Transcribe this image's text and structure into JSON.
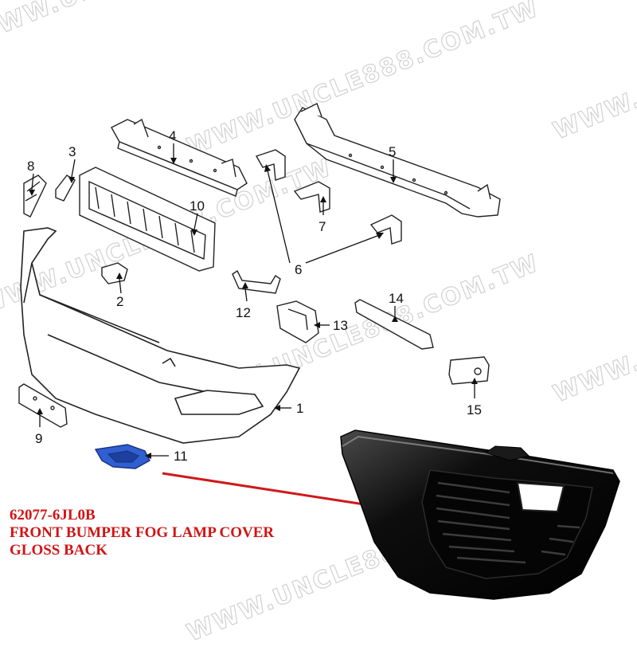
{
  "watermark": "WWW.UNCLE888.COM.TW",
  "callouts": {
    "c1": "1",
    "c2": "2",
    "c3": "3",
    "c4": "4",
    "c5": "5",
    "c6": "6",
    "c7": "7",
    "c8": "8",
    "c9": "9",
    "c10": "10",
    "c11": "11",
    "c12": "12",
    "c13": "13",
    "c14": "14",
    "c15": "15"
  },
  "caption": {
    "part_number": "62077-6JL0B",
    "line1": "FRONT BUMPER FOG LAMP COVER",
    "line2": "GLOSS BACK"
  },
  "colors": {
    "highlight_part": "#2f5fd0",
    "caption_text": "#d21414",
    "pointer_line": "#d01818"
  }
}
